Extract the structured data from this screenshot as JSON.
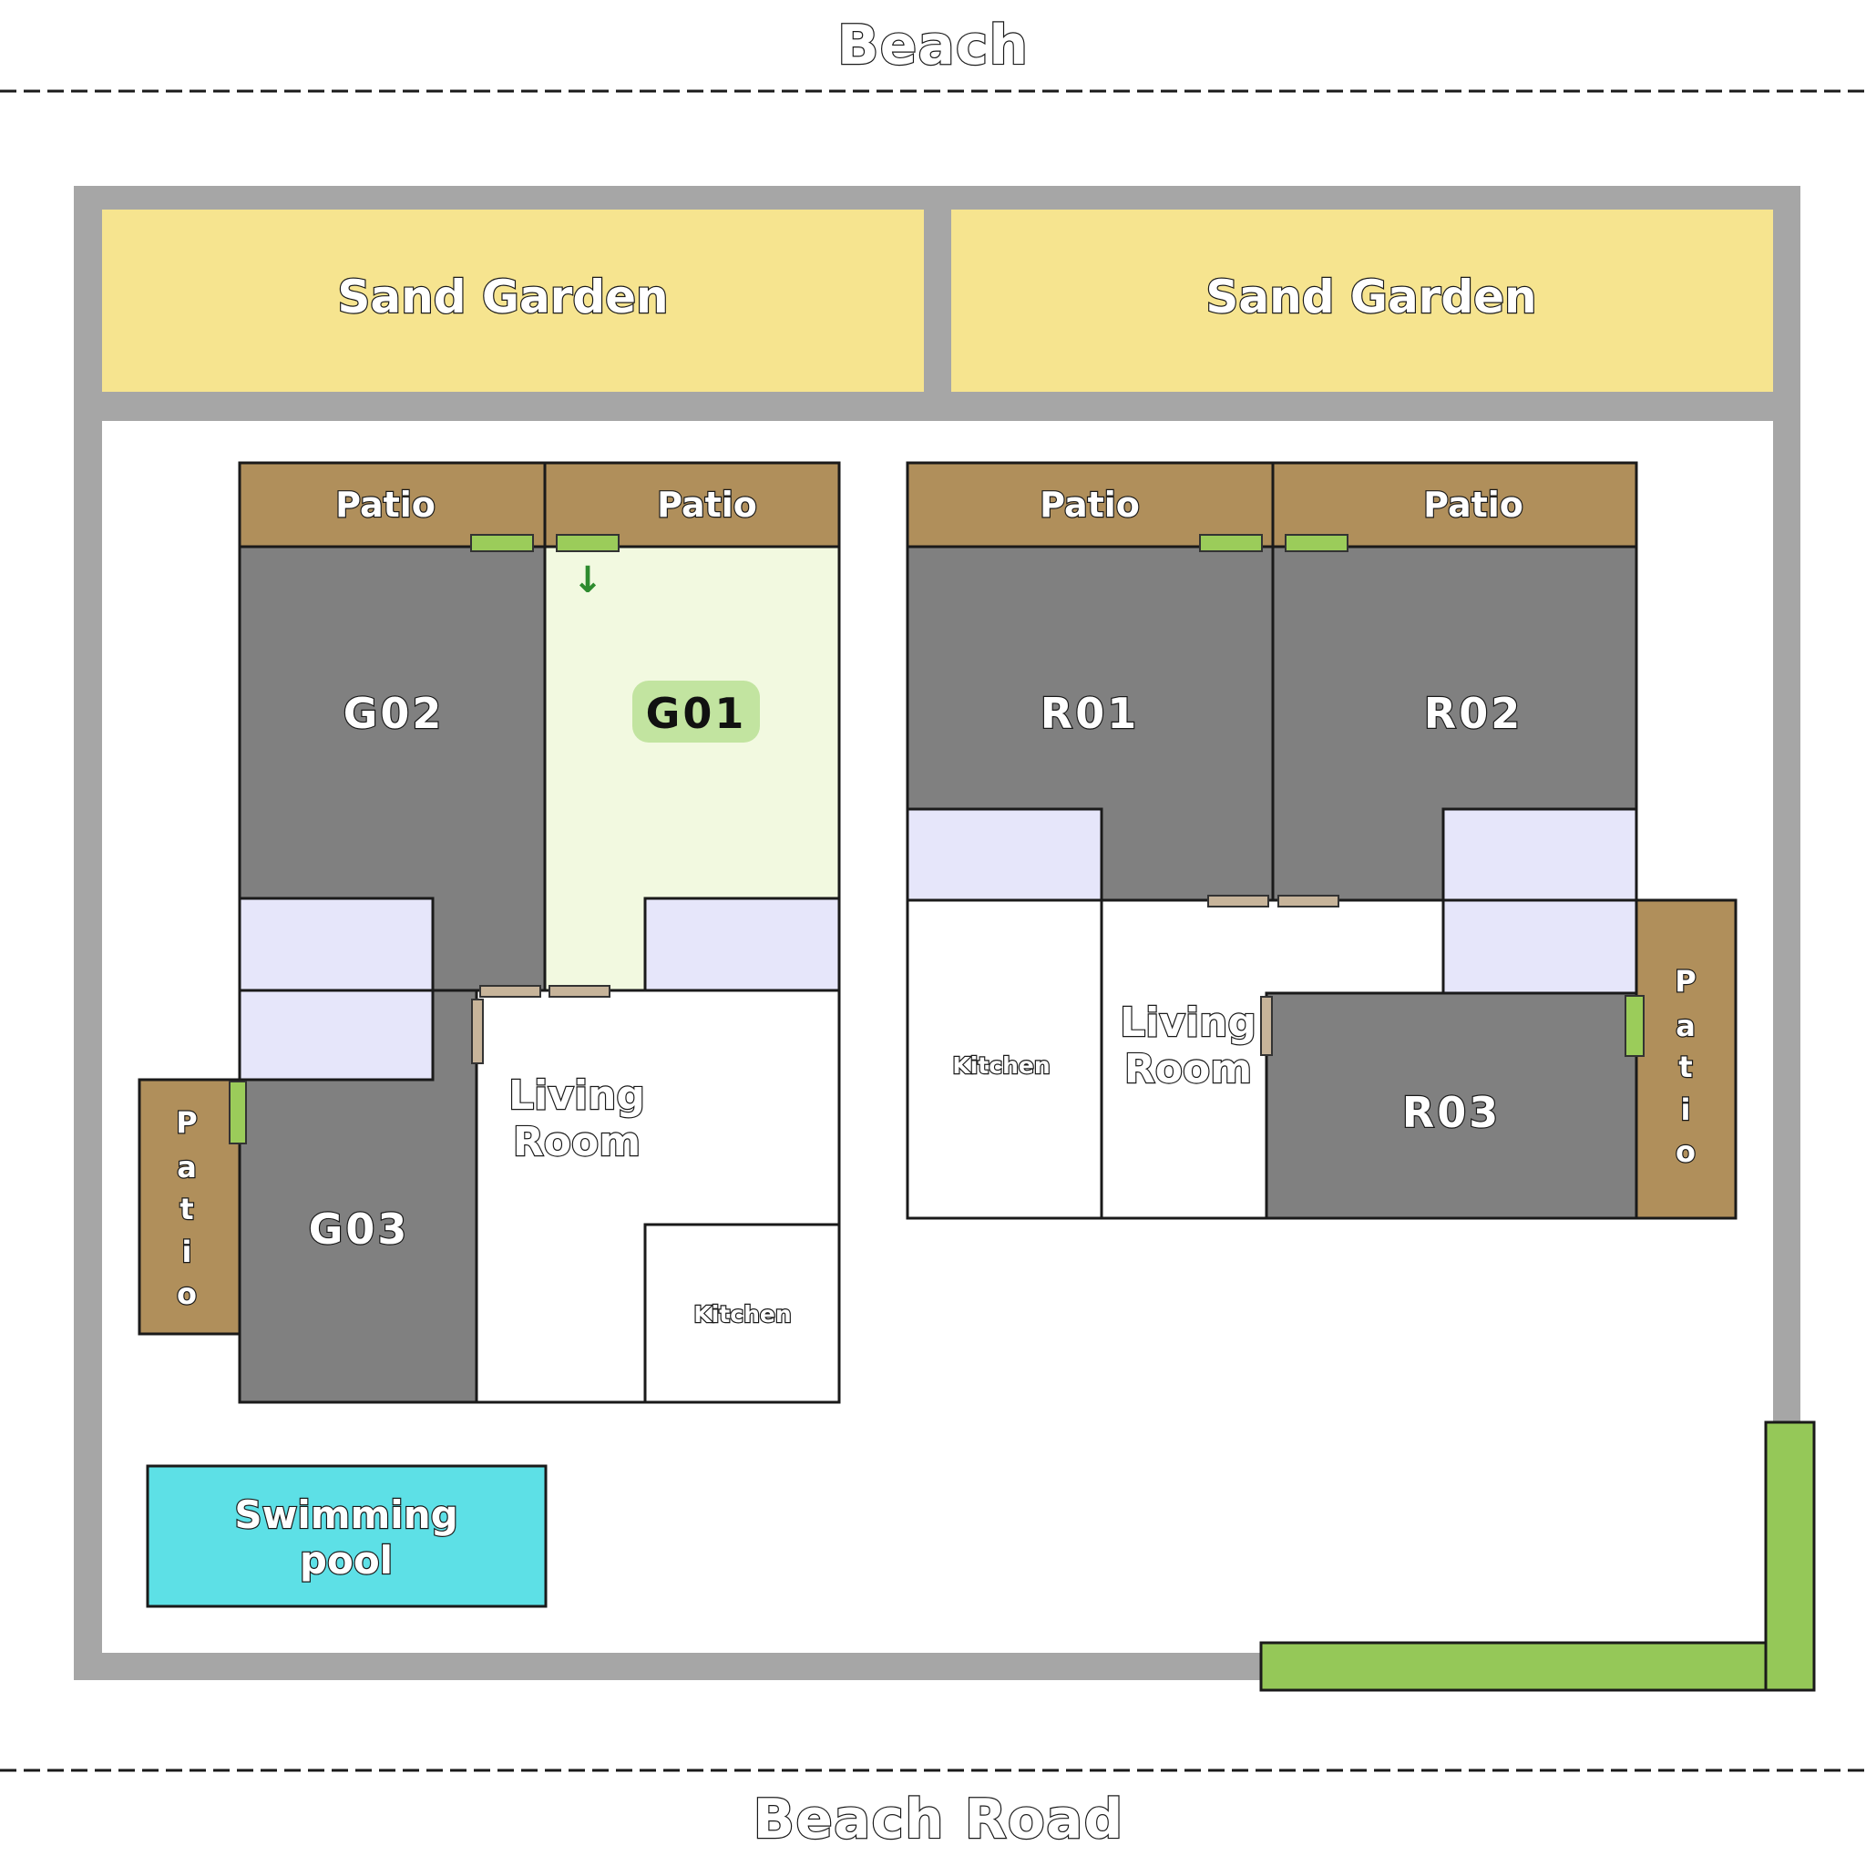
{
  "map": {
    "top_label": "Beach",
    "bottom_label": "Beach Road",
    "gardens": [
      "Sand Garden",
      "Sand Garden"
    ],
    "patio_label": "Patio",
    "vertical_patio_letters": [
      "P",
      "a",
      "t",
      "i",
      "o"
    ],
    "rooms": {
      "g01": "G01",
      "g02": "G02",
      "g03": "G03",
      "r01": "R01",
      "r02": "R02",
      "r03": "R03"
    },
    "living_room": [
      "Living",
      "Room"
    ],
    "kitchen": "Kitchen",
    "pool": [
      "Swimming",
      "pool"
    ],
    "selected_room": "G01",
    "entry_arrow": "↓",
    "colors": {
      "wall": "#a6a6a6",
      "sand_garden": "#f6e48f",
      "patio": "#b08f5b",
      "occupied_room": "#808080",
      "bathroom": "#e6e6fa",
      "selected_room": "#f2f9e0",
      "selected_badge": "#c2e4a0",
      "door": "#9bcc5a",
      "interior_door": "#c7b49a",
      "pool": "#5de0e6",
      "hedge": "#95c858"
    }
  }
}
